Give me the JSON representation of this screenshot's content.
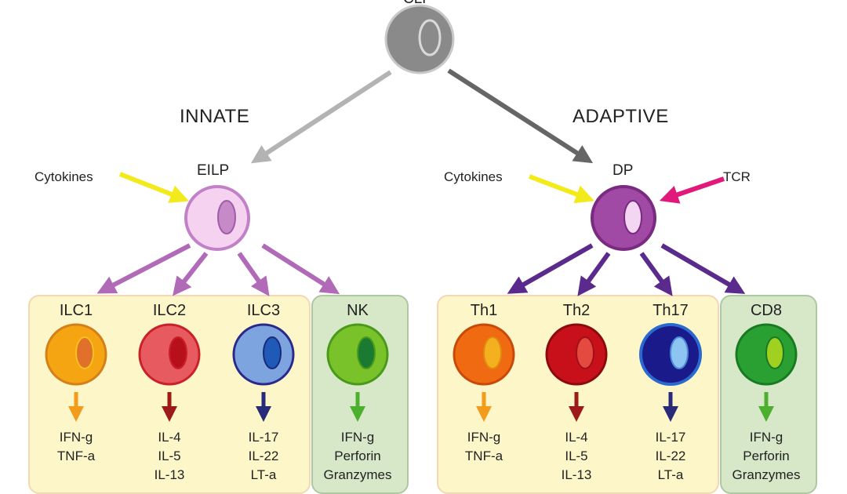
{
  "root": {
    "label": "CLP"
  },
  "innate": {
    "branch_label": "INNATE",
    "progenitor": "EILP",
    "input_label": "Cytokines",
    "cells": [
      {
        "name": "ILC1",
        "outputs": [
          "IFN-g",
          "TNF-a"
        ]
      },
      {
        "name": "ILC2",
        "outputs": [
          "IL-4",
          "IL-5",
          "IL-13"
        ]
      },
      {
        "name": "ILC3",
        "outputs": [
          "IL-17",
          "IL-22",
          "LT-a"
        ]
      },
      {
        "name": "NK",
        "outputs": [
          "IFN-g",
          "Perforin",
          "Granzymes"
        ]
      }
    ]
  },
  "adaptive": {
    "branch_label": "ADAPTIVE",
    "progenitor": "DP",
    "input_label": "Cytokines",
    "input_label_2": "TCR",
    "cells": [
      {
        "name": "Th1",
        "outputs": [
          "IFN-g",
          "TNF-a"
        ]
      },
      {
        "name": "Th2",
        "outputs": [
          "IL-4",
          "IL-5",
          "IL-13"
        ]
      },
      {
        "name": "Th17",
        "outputs": [
          "IL-17",
          "IL-22",
          "LT-a"
        ]
      },
      {
        "name": "CD8",
        "outputs": [
          "IFN-g",
          "Perforin",
          "Granzymes"
        ]
      }
    ]
  },
  "colors": {
    "innate_arrow": "#b06ab8",
    "adaptive_arrow": "#5a2a8c",
    "cytokine_arrow": "#f2ea1a",
    "tcr_arrow": "#e0197a"
  }
}
